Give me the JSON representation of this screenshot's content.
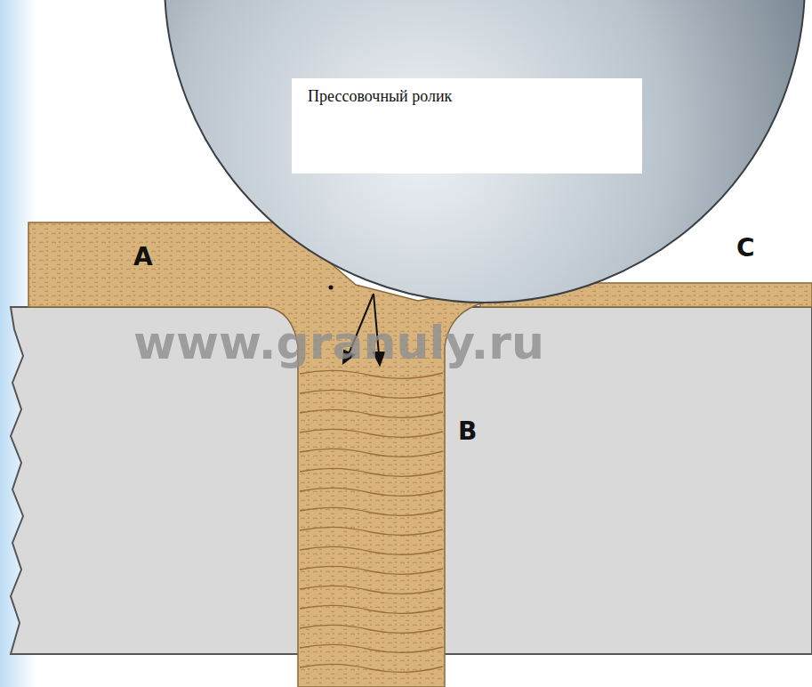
{
  "diagram": {
    "nodes": [
      {
        "text": [
          "Прессовочный ролик"
        ]
      }
    ],
    "labels": [
      "A",
      "B",
      "C",
      "www.granuly.ru"
    ]
  }
}
